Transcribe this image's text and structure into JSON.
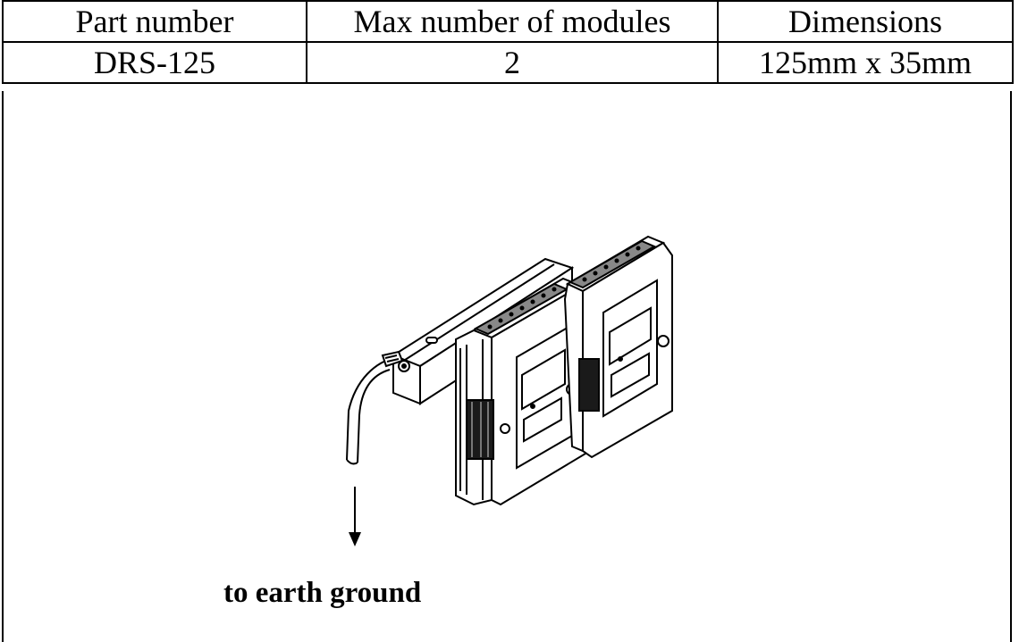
{
  "table": {
    "headers": [
      "Part number",
      "Max number of modules",
      "Dimensions"
    ],
    "rows": [
      [
        "DRS-125",
        "2",
        "125mm x 35mm"
      ]
    ]
  },
  "figure": {
    "caption": "to earth ground"
  }
}
